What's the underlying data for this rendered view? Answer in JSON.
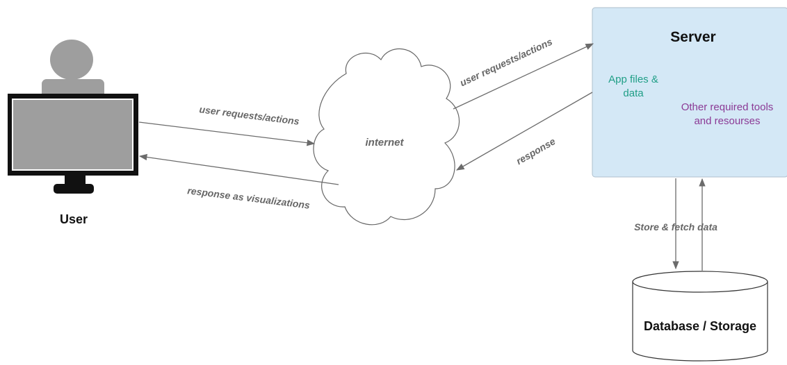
{
  "user": {
    "label": "User"
  },
  "cloud": {
    "label": "internet"
  },
  "server": {
    "title": "Server",
    "app_files_line1": "App files &",
    "app_files_line2": "data",
    "tools_line1": "Other required tools",
    "tools_line2": "and resourses",
    "fill_color": "#d4e8f6",
    "border_color": "#aebfcc"
  },
  "database": {
    "label": "Database / Storage"
  },
  "edges": {
    "user_to_internet": "user requests/actions",
    "internet_to_user": "response as visualizations",
    "internet_to_server": "user requests/actions",
    "server_to_internet": "response",
    "server_storage": "Store & fetch data"
  },
  "colors": {
    "app_files_text": "#1f9e86",
    "tools_text": "#8b3a95",
    "arrow": "#6b6b6b",
    "monitor_frame": "#111111",
    "screen": "#9e9e9e",
    "person": "#9e9e9e"
  }
}
